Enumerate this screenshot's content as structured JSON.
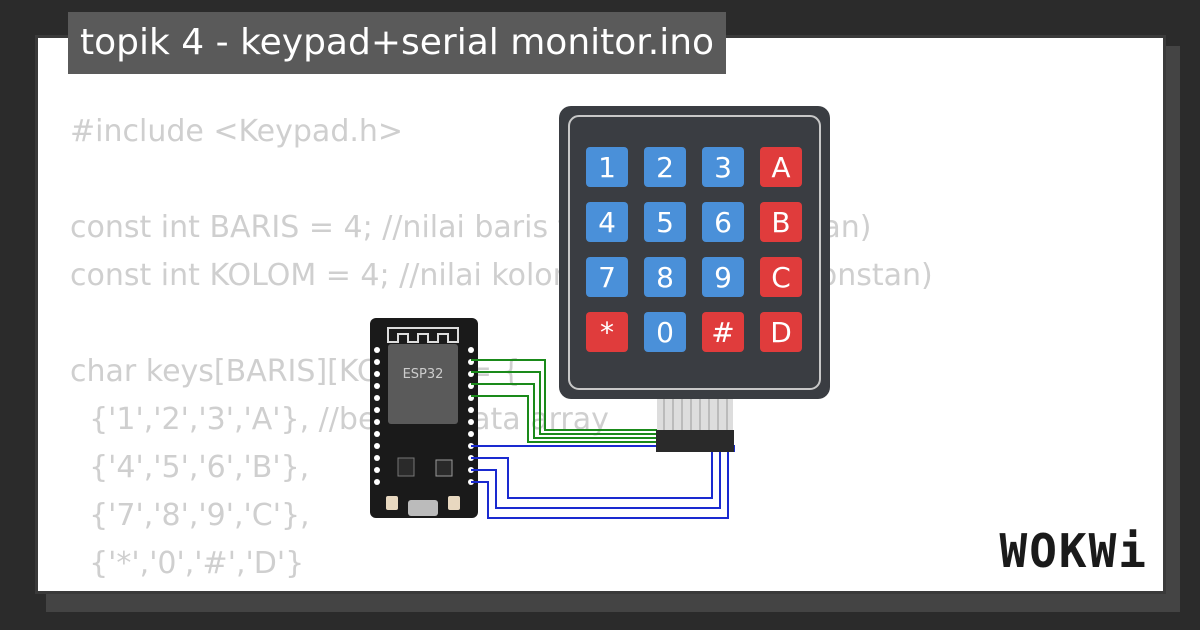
{
  "title": "topik 4 - keypad+serial monitor.ino",
  "code_lines": [
    "#include <Keypad.h>",
    "",
    "const int BARIS = 4; //nilai baris ti              a(konstan)",
    "const int KOLOM = 4; //nilai kolom              ubah(konstan)",
    "",
    "char keys[BARIS][KOLOM] = {",
    "  {'1','2','3','A'}, //bentuk data array",
    "  {'4','5','6','B'},",
    "  {'7','8','9','C'},",
    "  {'*','0','#','D'}",
    "};"
  ],
  "board_label": "ESP32",
  "keypad_keys": [
    {
      "label": "1",
      "kind": "digit"
    },
    {
      "label": "2",
      "kind": "digit"
    },
    {
      "label": "3",
      "kind": "digit"
    },
    {
      "label": "A",
      "kind": "letter"
    },
    {
      "label": "4",
      "kind": "digit"
    },
    {
      "label": "5",
      "kind": "digit"
    },
    {
      "label": "6",
      "kind": "digit"
    },
    {
      "label": "B",
      "kind": "letter"
    },
    {
      "label": "7",
      "kind": "digit"
    },
    {
      "label": "8",
      "kind": "digit"
    },
    {
      "label": "9",
      "kind": "digit"
    },
    {
      "label": "C",
      "kind": "letter"
    },
    {
      "label": "*",
      "kind": "letter"
    },
    {
      "label": "0",
      "kind": "digit"
    },
    {
      "label": "#",
      "kind": "letter"
    },
    {
      "label": "D",
      "kind": "letter"
    }
  ],
  "logo_text": "WOKWi",
  "colors": {
    "digit_key": "#4a90d9",
    "letter_key": "#e03c3c",
    "keypad_body": "#3a3d42",
    "wire_green": "#1a8a1a",
    "wire_blue": "#1a2ad0",
    "board": "#1a1a1a"
  }
}
